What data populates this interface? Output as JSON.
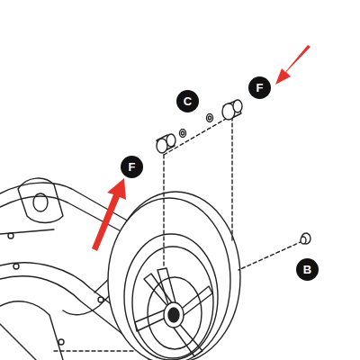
{
  "diagram": {
    "labels": [
      "C",
      "F",
      "F",
      "B"
    ]
  }
}
